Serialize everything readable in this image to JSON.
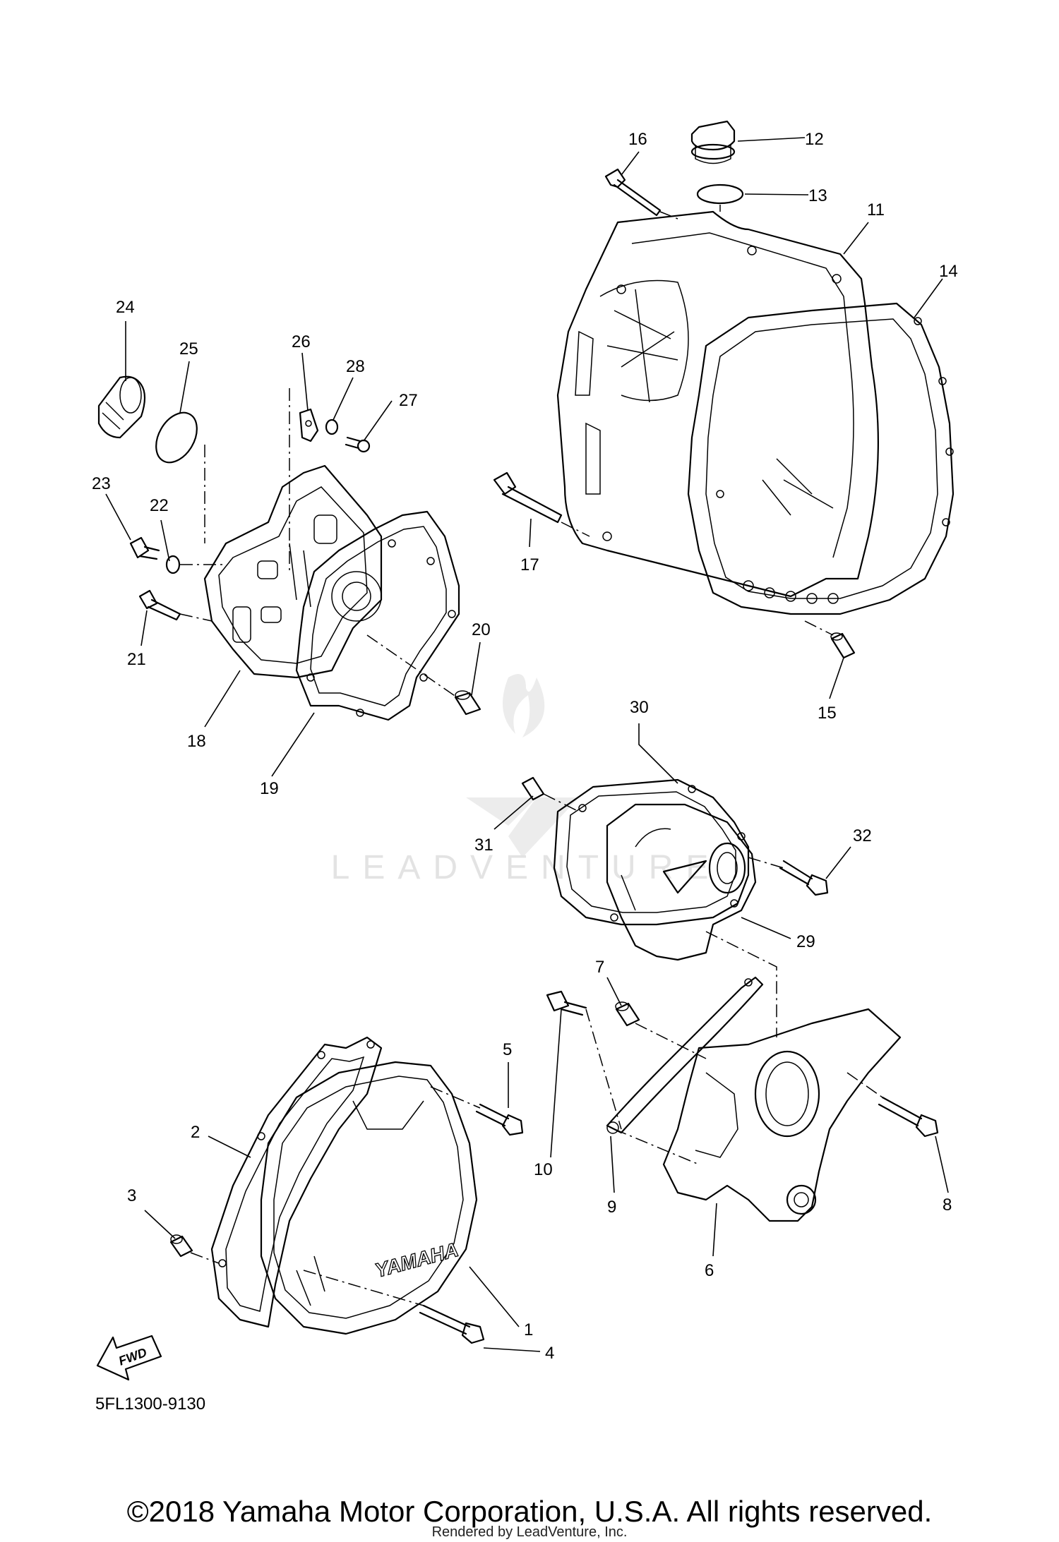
{
  "diagram_code": "5FL1300-9130",
  "copyright": "©2018 Yamaha Motor Corporation, U.S.A. All rights reserved.",
  "rendered_by": "Rendered by LeadVenture, Inc.",
  "watermark": "LEADVENTURE",
  "brand_on_cover": "YAMAHA",
  "fwd_label": "FWD",
  "callouts": [
    "1",
    "2",
    "3",
    "4",
    "5",
    "6",
    "7",
    "8",
    "9",
    "10",
    "11",
    "12",
    "13",
    "14",
    "15",
    "16",
    "17",
    "18",
    "19",
    "20",
    "21",
    "22",
    "23",
    "24",
    "25",
    "26",
    "27",
    "28",
    "29",
    "30",
    "31",
    "32"
  ]
}
